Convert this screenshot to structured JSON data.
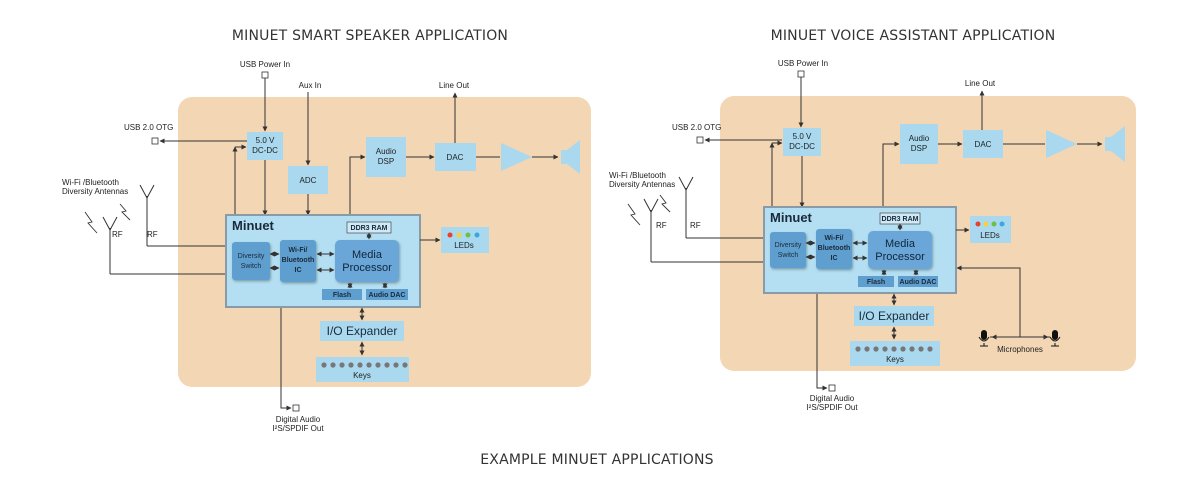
{
  "titles": {
    "left": "MINUET SMART SPEAKER APPLICATION",
    "right": "MINUET VOICE ASSISTANT APPLICATION",
    "bottom": "EXAMPLE MINUET APPLICATIONS"
  },
  "speaker": {
    "usb_power_in": "USB Power In",
    "aux_in": "Aux In",
    "line_out": "Line Out",
    "usb_otg": "USB 2.0 OTG",
    "dcdc_1": "5.0 V",
    "dcdc_2": "DC-DC",
    "adc": "ADC",
    "audio_dsp_1": "Audio",
    "audio_dsp_2": "DSP",
    "dac": "DAC",
    "antennas_1": "Wi-Fi /Bluetooth",
    "antennas_2": "Diversity Antennas",
    "rf_a": "RF",
    "rf_b": "RF",
    "chip": "Minuet",
    "ddr3": "DDR3 RAM",
    "diversity_1": "Diversity",
    "diversity_2": "Switch",
    "wifi_1": "Wi-Fi/",
    "wifi_2": "Bluetooth",
    "wifi_3": "IC",
    "media_1": "Media",
    "media_2": "Processor",
    "flash": "Flash",
    "audio_dac": "Audio DAC",
    "leds": "LEDs",
    "io_expander": "I/O Expander",
    "keys": "Keys",
    "digital_audio_1": "Digital Audio",
    "digital_audio_2": "I²S/SPDIF Out"
  },
  "assistant": {
    "usb_power_in": "USB Power In",
    "line_out": "Line Out",
    "usb_otg": "USB 2.0 OTG",
    "dcdc_1": "5.0 V",
    "dcdc_2": "DC-DC",
    "audio_dsp_1": "Audio",
    "audio_dsp_2": "DSP",
    "dac": "DAC",
    "antennas_1": "Wi-Fi /Bluetooth",
    "antennas_2": "Diversity Antennas",
    "rf_a": "RF",
    "rf_b": "RF",
    "chip": "Minuet",
    "ddr3": "DDR3 RAM",
    "diversity_1": "Diversity",
    "diversity_2": "Switch",
    "wifi_1": "Wi-Fi/",
    "wifi_2": "Bluetooth",
    "wifi_3": "IC",
    "media_1": "Media",
    "media_2": "Processor",
    "flash": "Flash",
    "audio_dac": "Audio DAC",
    "leds": "LEDs",
    "io_expander": "I/O Expander",
    "keys": "Keys",
    "microphones": "Microphones",
    "digital_audio_1": "Digital Audio",
    "digital_audio_2": "I²S/SPDIF Out"
  },
  "colors": {
    "board": "#f3d6b4",
    "block": "#a9d8ef",
    "chip": "#b4def2",
    "chip_border": "#8a9aa6",
    "inner_block": "#5f9fcf",
    "media": "#6aa7d8",
    "led_red": "#e8402a",
    "led_yellow": "#f2d33a",
    "led_green": "#6cc04a",
    "led_blue": "#3aa8e0"
  },
  "icons": [
    "usb-connector-icon",
    "antenna-icon",
    "amplifier-icon",
    "speaker-icon",
    "microphone-icon",
    "led-dot-icon",
    "key-dot-icon"
  ]
}
